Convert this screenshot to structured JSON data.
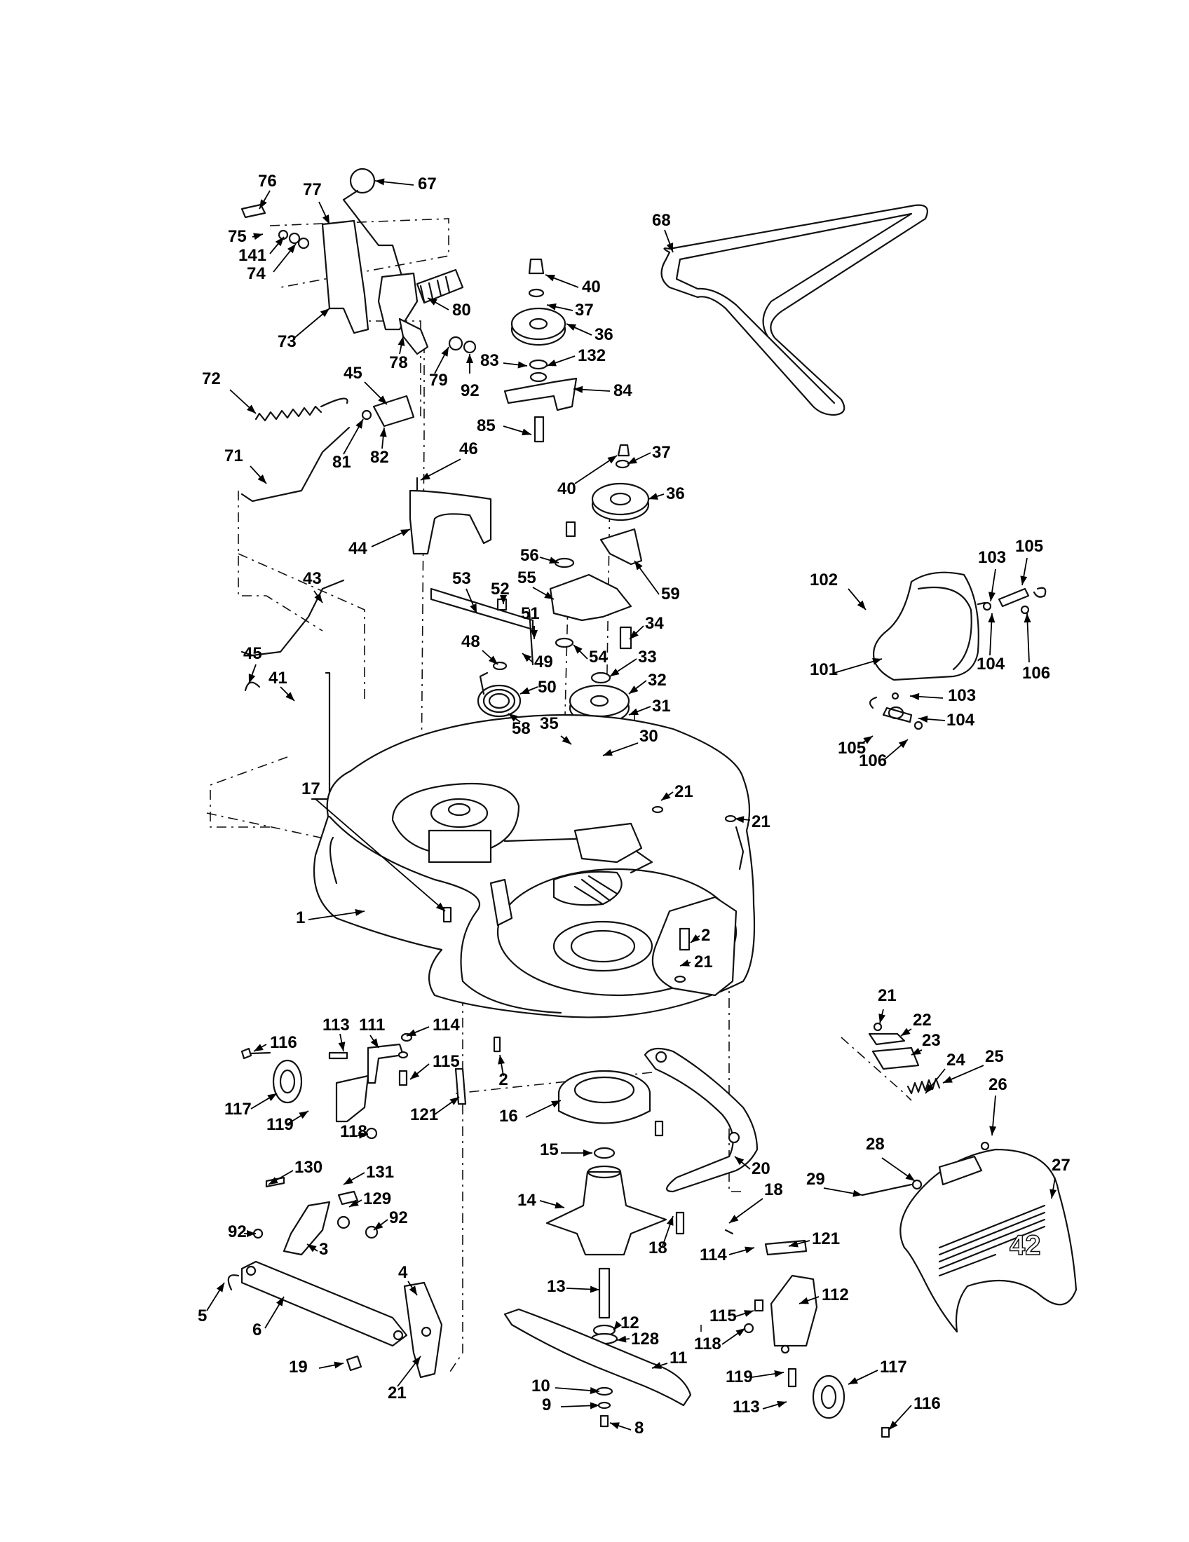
{
  "diagram": {
    "deck_decal_text": "42",
    "callouts": [
      {
        "id": "c67",
        "label": "67"
      },
      {
        "id": "c76",
        "label": "76"
      },
      {
        "id": "c77",
        "label": "77"
      },
      {
        "id": "c75",
        "label": "75"
      },
      {
        "id": "c141",
        "label": "141"
      },
      {
        "id": "c74",
        "label": "74"
      },
      {
        "id": "c80",
        "label": "80"
      },
      {
        "id": "c73",
        "label": "73"
      },
      {
        "id": "c78",
        "label": "78"
      },
      {
        "id": "c79",
        "label": "79"
      },
      {
        "id": "c92a",
        "label": "92"
      },
      {
        "id": "c72",
        "label": "72"
      },
      {
        "id": "c45a",
        "label": "45"
      },
      {
        "id": "c81",
        "label": "81"
      },
      {
        "id": "c82",
        "label": "82"
      },
      {
        "id": "c71",
        "label": "71"
      },
      {
        "id": "c68",
        "label": "68"
      },
      {
        "id": "c40a",
        "label": "40"
      },
      {
        "id": "c37a",
        "label": "37"
      },
      {
        "id": "c36a",
        "label": "36"
      },
      {
        "id": "c83",
        "label": "83"
      },
      {
        "id": "c132",
        "label": "132"
      },
      {
        "id": "c84",
        "label": "84"
      },
      {
        "id": "c85",
        "label": "85"
      },
      {
        "id": "c46",
        "label": "46"
      },
      {
        "id": "c44",
        "label": "44"
      },
      {
        "id": "c37b",
        "label": "37"
      },
      {
        "id": "c40b",
        "label": "40"
      },
      {
        "id": "c36b",
        "label": "36"
      },
      {
        "id": "c56",
        "label": "56"
      },
      {
        "id": "c55",
        "label": "55"
      },
      {
        "id": "c59",
        "label": "59"
      },
      {
        "id": "c53",
        "label": "53"
      },
      {
        "id": "c52",
        "label": "52"
      },
      {
        "id": "c51",
        "label": "51"
      },
      {
        "id": "c34",
        "label": "34"
      },
      {
        "id": "c43",
        "label": "43"
      },
      {
        "id": "c48",
        "label": "48"
      },
      {
        "id": "c49",
        "label": "49"
      },
      {
        "id": "c54",
        "label": "54"
      },
      {
        "id": "c33",
        "label": "33"
      },
      {
        "id": "c45b",
        "label": "45"
      },
      {
        "id": "c41",
        "label": "41"
      },
      {
        "id": "c50",
        "label": "50"
      },
      {
        "id": "c32",
        "label": "32"
      },
      {
        "id": "c31",
        "label": "31"
      },
      {
        "id": "c58",
        "label": "58"
      },
      {
        "id": "c35",
        "label": "35"
      },
      {
        "id": "c30",
        "label": "30"
      },
      {
        "id": "c102",
        "label": "102"
      },
      {
        "id": "c103a",
        "label": "103"
      },
      {
        "id": "c105a",
        "label": "105"
      },
      {
        "id": "c101",
        "label": "101"
      },
      {
        "id": "c104a",
        "label": "104"
      },
      {
        "id": "c106a",
        "label": "106"
      },
      {
        "id": "c103b",
        "label": "103"
      },
      {
        "id": "c104b",
        "label": "104"
      },
      {
        "id": "c105b",
        "label": "105"
      },
      {
        "id": "c106b",
        "label": "106"
      },
      {
        "id": "c17",
        "label": "17"
      },
      {
        "id": "c21a",
        "label": "21"
      },
      {
        "id": "c21b",
        "label": "21"
      },
      {
        "id": "c1",
        "label": "1"
      },
      {
        "id": "c2a",
        "label": "2"
      },
      {
        "id": "c21c",
        "label": "21"
      },
      {
        "id": "c21d",
        "label": "21"
      },
      {
        "id": "c22",
        "label": "22"
      },
      {
        "id": "c23",
        "label": "23"
      },
      {
        "id": "c24",
        "label": "24"
      },
      {
        "id": "c25",
        "label": "25"
      },
      {
        "id": "c26",
        "label": "26"
      },
      {
        "id": "c113a",
        "label": "113"
      },
      {
        "id": "c111",
        "label": "111"
      },
      {
        "id": "c114a",
        "label": "114"
      },
      {
        "id": "c116a",
        "label": "116"
      },
      {
        "id": "c115a",
        "label": "115"
      },
      {
        "id": "c2b",
        "label": "2"
      },
      {
        "id": "c117a",
        "label": "117"
      },
      {
        "id": "c119a",
        "label": "119"
      },
      {
        "id": "c121a",
        "label": "121"
      },
      {
        "id": "c16",
        "label": "16"
      },
      {
        "id": "c118a",
        "label": "118"
      },
      {
        "id": "c15",
        "label": "15"
      },
      {
        "id": "c20",
        "label": "20"
      },
      {
        "id": "c28",
        "label": "28"
      },
      {
        "id": "c27",
        "label": "27"
      },
      {
        "id": "c130",
        "label": "130"
      },
      {
        "id": "c131",
        "label": "131"
      },
      {
        "id": "c29",
        "label": "29"
      },
      {
        "id": "c18a",
        "label": "18"
      },
      {
        "id": "c129",
        "label": "129"
      },
      {
        "id": "c92b",
        "label": "92"
      },
      {
        "id": "c92c",
        "label": "92"
      },
      {
        "id": "c14",
        "label": "14"
      },
      {
        "id": "c3",
        "label": "3"
      },
      {
        "id": "c18b",
        "label": "18"
      },
      {
        "id": "c114b",
        "label": "114"
      },
      {
        "id": "c121b",
        "label": "121"
      },
      {
        "id": "c4",
        "label": "4"
      },
      {
        "id": "c5",
        "label": "5"
      },
      {
        "id": "c13",
        "label": "13"
      },
      {
        "id": "c6",
        "label": "6"
      },
      {
        "id": "c12",
        "label": "12"
      },
      {
        "id": "c115b",
        "label": "115"
      },
      {
        "id": "c112",
        "label": "112"
      },
      {
        "id": "c128",
        "label": "128"
      },
      {
        "id": "c19",
        "label": "19"
      },
      {
        "id": "c118b",
        "label": "118"
      },
      {
        "id": "c11",
        "label": "11"
      },
      {
        "id": "c21e",
        "label": "21"
      },
      {
        "id": "c119b",
        "label": "119"
      },
      {
        "id": "c117b",
        "label": "117"
      },
      {
        "id": "c10",
        "label": "10"
      },
      {
        "id": "c113b",
        "label": "113"
      },
      {
        "id": "c9",
        "label": "9"
      },
      {
        "id": "c116b",
        "label": "116"
      },
      {
        "id": "c8",
        "label": "8"
      }
    ]
  }
}
